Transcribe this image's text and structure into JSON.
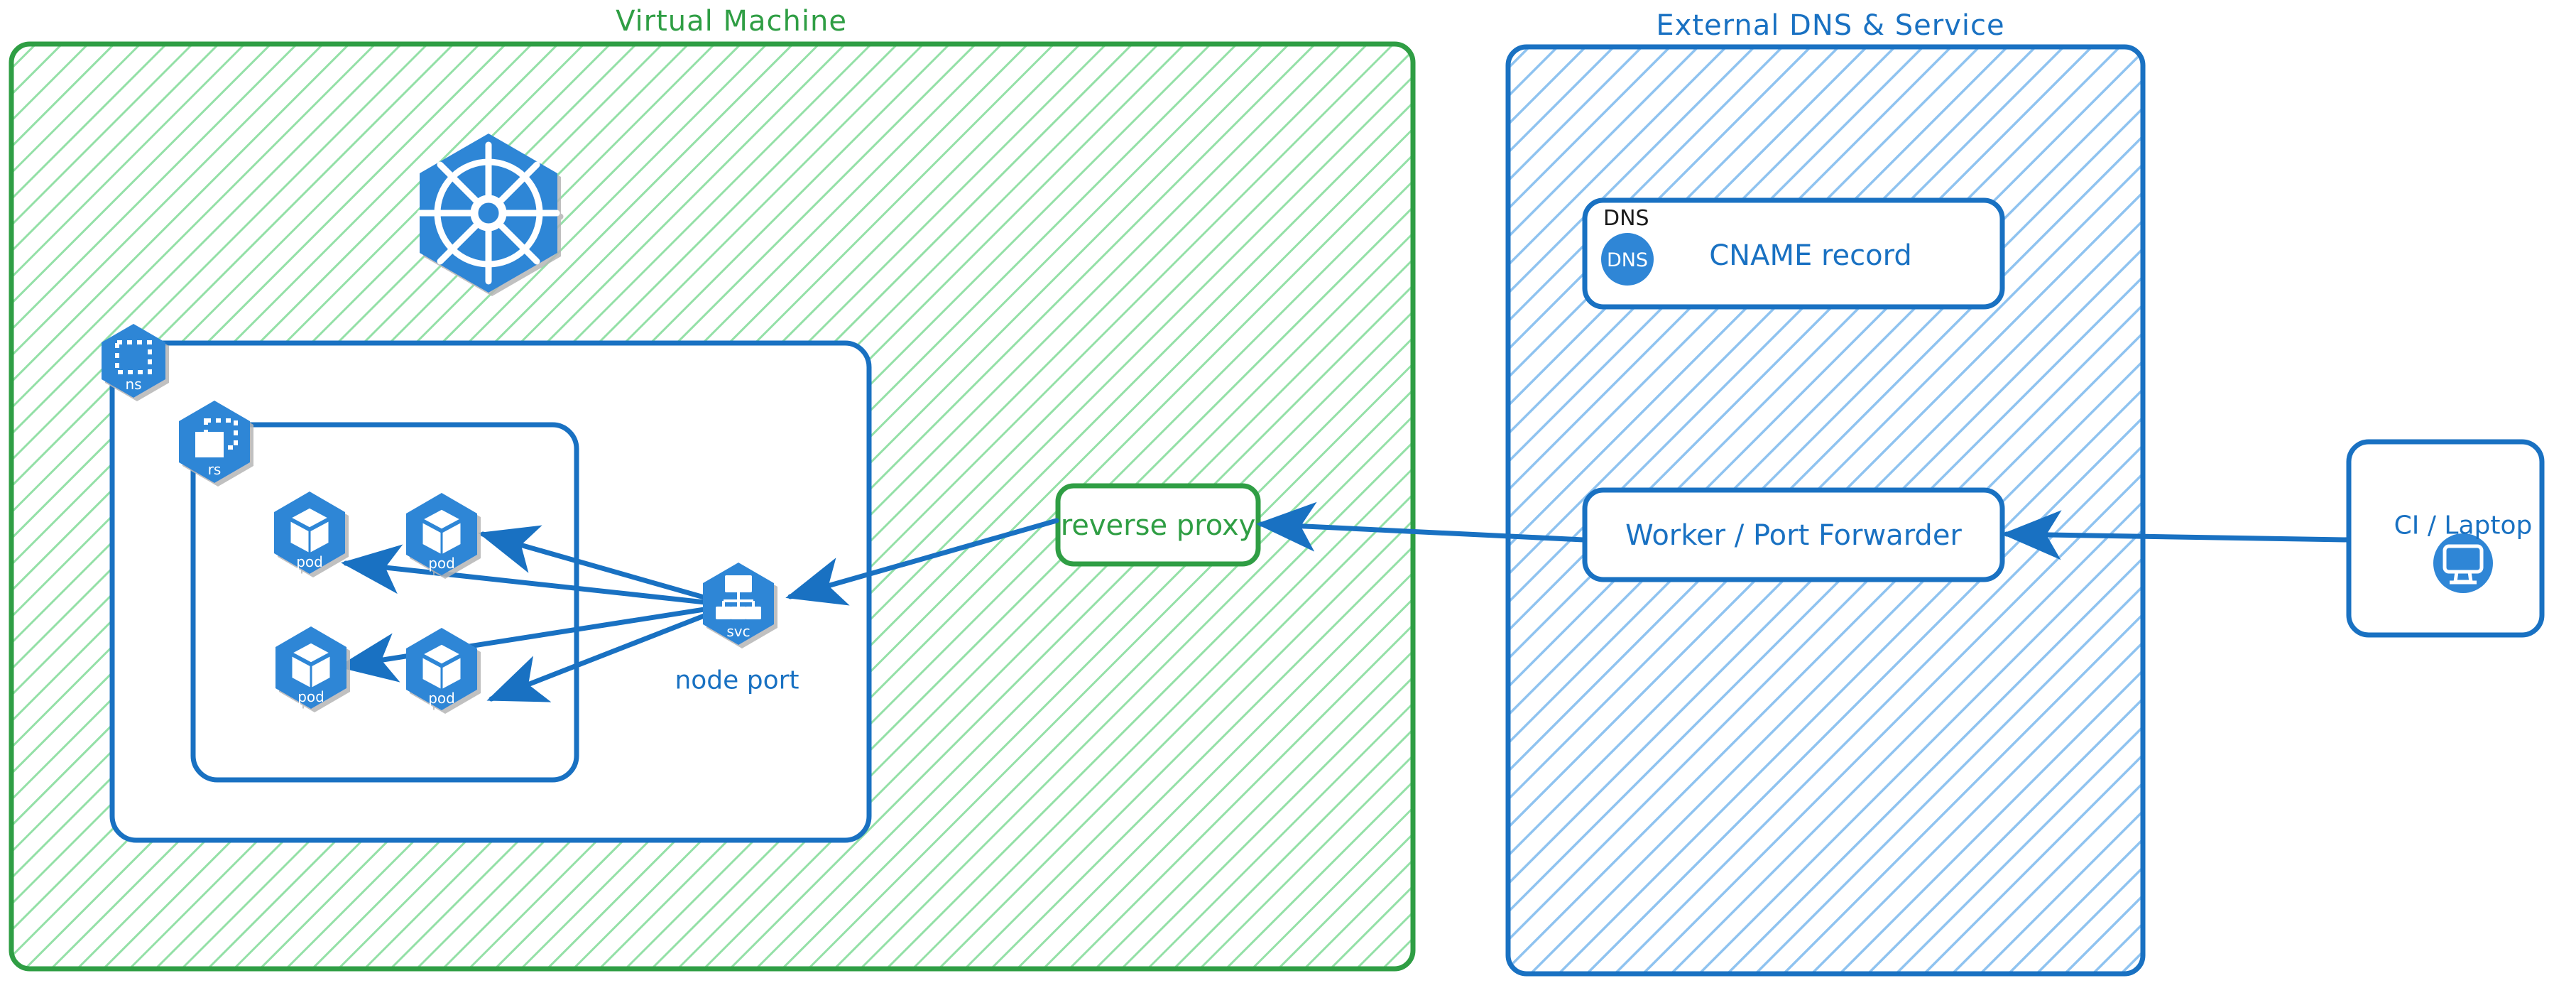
{
  "diagram": {
    "type": "architecture-diagram",
    "style": "hand-drawn-excalidraw",
    "colors": {
      "green_stroke": "#2f9e44",
      "green_hatch": "#94e0a7",
      "blue_stroke": "#1971c2",
      "blue_hatch": "#8fc3f0",
      "k8s_blue": "#2f86d6",
      "black_text": "#1a1a1a"
    }
  },
  "containers": {
    "virtual_machine": {
      "title": "Virtual Machine",
      "title_color": "#2f9e44",
      "fill": "hatched-green"
    },
    "external": {
      "title": "External DNS & Service",
      "title_color": "#1971c2",
      "fill": "hatched-blue"
    }
  },
  "vm": {
    "k8s_logo": {
      "name": "kubernetes-logo"
    },
    "namespace": {
      "badge": "ns",
      "icon": "namespace-icon"
    },
    "replicaset": {
      "badge": "rs",
      "icon": "replicaset-icon"
    },
    "pods": [
      {
        "badge": "pod",
        "icon": "pod-icon"
      },
      {
        "badge": "pod",
        "icon": "pod-icon"
      },
      {
        "badge": "pod",
        "icon": "pod-icon"
      },
      {
        "badge": "pod",
        "icon": "pod-icon"
      }
    ],
    "service": {
      "badge": "svc",
      "icon": "service-icon",
      "caption": "node port"
    },
    "reverse_proxy": {
      "label": "reverse proxy"
    }
  },
  "external": {
    "dns_card": {
      "header": "DNS",
      "icon_text": "DNS",
      "label": "CNAME record"
    },
    "worker_card": {
      "label": "Worker / Port Forwarder"
    }
  },
  "client": {
    "label": "CI / Laptop",
    "icon": "desktop-monitor-icon"
  },
  "edges": [
    {
      "from": "service",
      "to": "pod-1"
    },
    {
      "from": "service",
      "to": "pod-2"
    },
    {
      "from": "service",
      "to": "pod-3"
    },
    {
      "from": "service",
      "to": "pod-4"
    },
    {
      "from": "reverse-proxy",
      "to": "service"
    },
    {
      "from": "worker-port-forwarder",
      "to": "reverse-proxy"
    },
    {
      "from": "ci-laptop",
      "to": "worker-port-forwarder"
    }
  ]
}
